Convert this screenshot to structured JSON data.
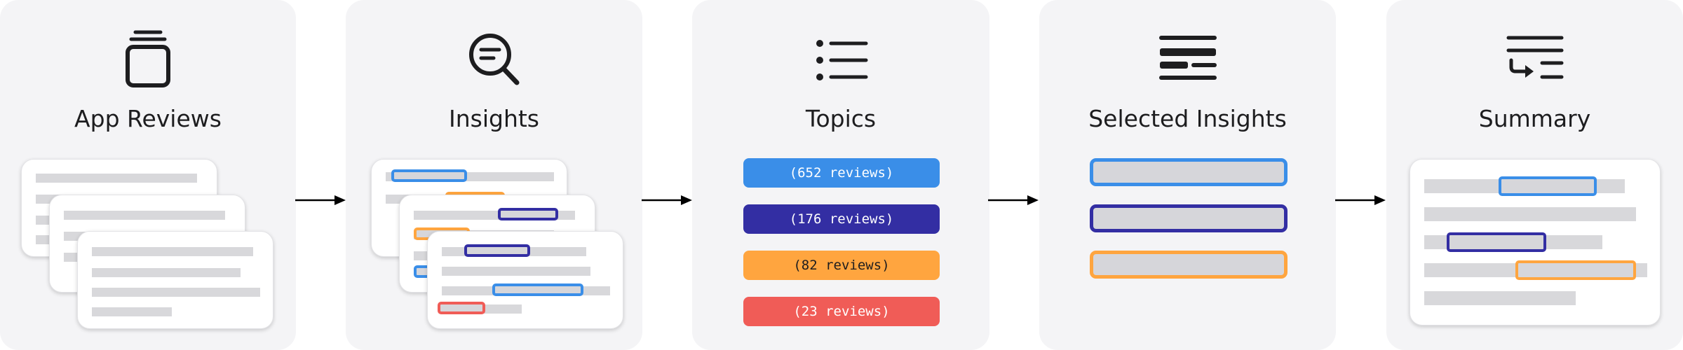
{
  "stages": [
    {
      "title": "App Reviews",
      "icon": "stacked-cards-icon"
    },
    {
      "title": "Insights",
      "icon": "search-icon"
    },
    {
      "title": "Topics",
      "icon": "bullet-list-icon"
    },
    {
      "title": "Selected Insights",
      "icon": "text-lines-icon"
    },
    {
      "title": "Summary",
      "icon": "summary-merge-icon"
    }
  ],
  "topics": [
    {
      "label": "(652 reviews)",
      "color": "#3a8ee8",
      "text_color": "#ffffff"
    },
    {
      "label": "(176 reviews)",
      "color": "#332ea3",
      "text_color": "#ffffff"
    },
    {
      "label": "(82 reviews)",
      "color": "#ffa53f",
      "text_color": "#1d1d1f"
    },
    {
      "label": "(23 reviews)",
      "color": "#f05c57",
      "text_color": "#ffffff"
    }
  ],
  "colors": {
    "blue": "#3a8ee8",
    "indigo": "#332ea3",
    "orange": "#ffa53f",
    "red": "#f05c57",
    "panel": "#f4f4f6",
    "placeholder": "#d8d8db"
  }
}
